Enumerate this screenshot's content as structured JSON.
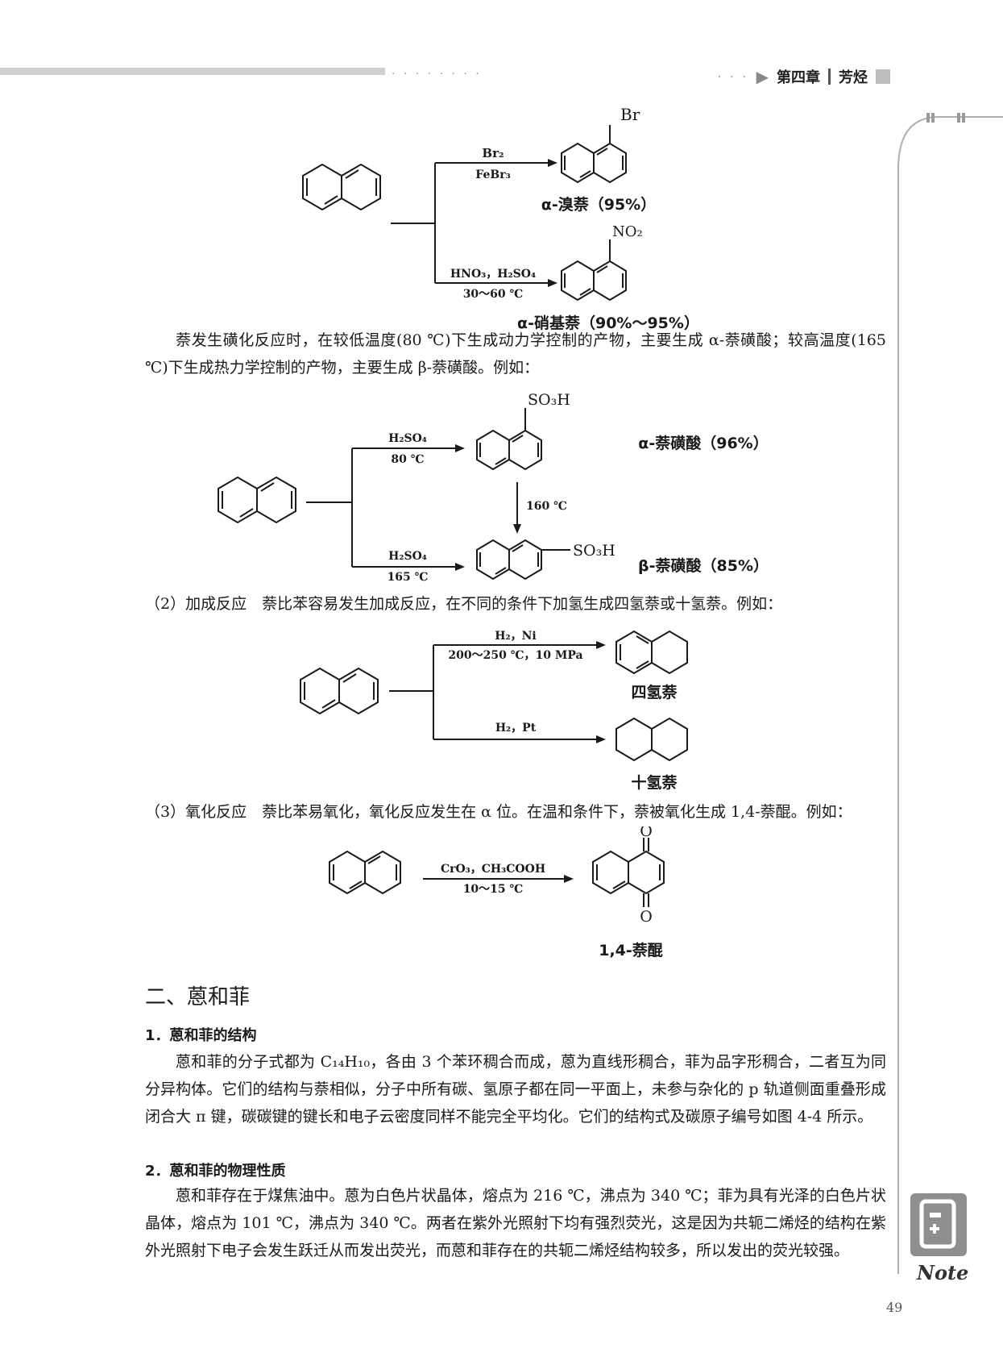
{
  "header": {
    "chapter": "第四章",
    "title": "芳烃",
    "dots_left": "· · · · · ·   ·   ·",
    "dots_right": "· · ·"
  },
  "reaction1": {
    "top_reagent_line1": "Br₂",
    "top_reagent_line2": "FeBr₃",
    "top_substituent": "Br",
    "top_product_label": "α-溴萘（95%）",
    "bottom_reagent_line1": "HNO₃，H₂SO₄",
    "bottom_reagent_line2": "30～60 ℃",
    "bottom_substituent": "NO₂",
    "bottom_product_label": "α-硝基萘（90%～95%）"
  },
  "para_sulfonation": "萘发生磺化反应时，在较低温度(80 ℃)下生成动力学控制的产物，主要生成 α-萘磺酸；较高温度(165 ℃)下生成热力学控制的产物，主要生成 β-萘磺酸。例如：",
  "reaction2": {
    "top_reagent_line1": "H₂SO₄",
    "top_reagent_line2": "80 ℃",
    "top_substituent": "SO₃H",
    "top_product_label": "α-萘磺酸（96%）",
    "middle_condition": "160 ℃",
    "bottom_reagent_line1": "H₂SO₄",
    "bottom_reagent_line2": "165 ℃",
    "bottom_substituent": "SO₃H",
    "bottom_product_label": "β-萘磺酸（85%）"
  },
  "para_addition": "（2）加成反应　萘比苯容易发生加成反应，在不同的条件下加氢生成四氢萘或十氢萘。例如：",
  "reaction3": {
    "top_reagent_line1": "H₂，Ni",
    "top_reagent_line2": "200～250 ℃，10 MPa",
    "top_product_label": "四氢萘",
    "bottom_reagent_line1": "H₂，Pt",
    "bottom_product_label": "十氢萘"
  },
  "para_oxidation": "（3）氧化反应　萘比苯易氧化，氧化反应发生在 α 位。在温和条件下，萘被氧化生成 1,4-萘醌。例如：",
  "reaction4": {
    "reagent_line1": "CrO₃，CH₃COOH",
    "reagent_line2": "10～15 ℃",
    "oxygen_top": "O",
    "oxygen_bottom": "O",
    "product_label": "1,4-萘醌"
  },
  "section_title": "二、蒽和菲",
  "subhead1": "1．蒽和菲的结构",
  "para_structure": "蒽和菲的分子式都为 C₁₄H₁₀，各由 3 个苯环稠合而成，蒽为直线形稠合，菲为品字形稠合，二者互为同分异构体。它们的结构与萘相似，分子中所有碳、氢原子都在同一平面上，未参与杂化的 p 轨道侧面重叠形成闭合大 π 键，碳碳键的键长和电子云密度同样不能完全平均化。它们的结构式及碳原子编号如图 4-4 所示。",
  "subhead2": "2．蒽和菲的物理性质",
  "para_physical": "蒽和菲存在于煤焦油中。蒽为白色片状晶体，熔点为 216 ℃，沸点为 340 ℃；菲为具有光泽的白色片状晶体，熔点为 101 ℃，沸点为 340 ℃。两者在紫外光照射下均有强烈荧光，这是因为共轭二烯烃的结构在紫外光照射下电子会发生跃迁从而发出荧光，而蒽和菲存在的共轭二烯烃结构较多，所以发出的荧光较强。",
  "note_label": "Note",
  "page_number": "49"
}
